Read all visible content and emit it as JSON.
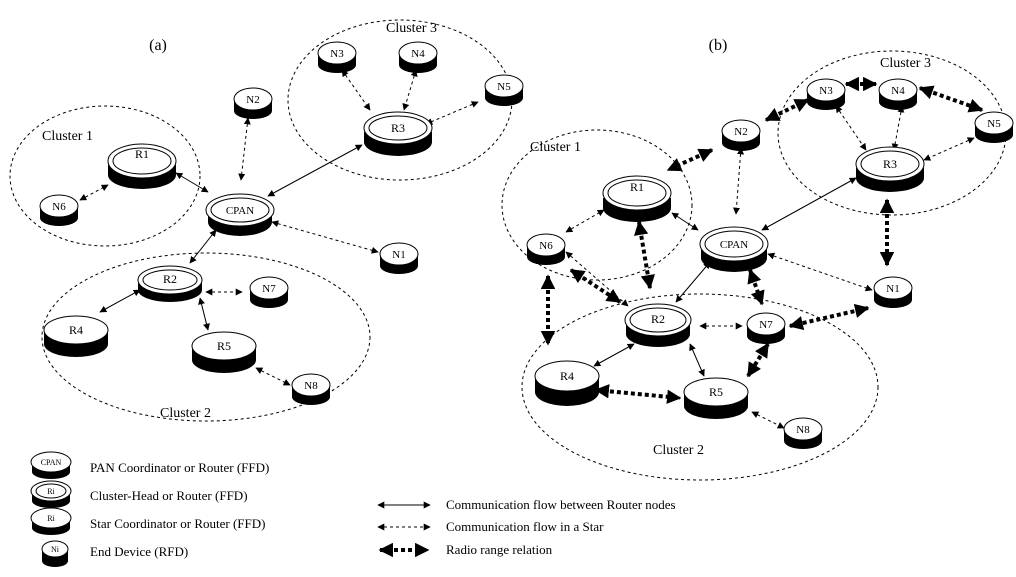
{
  "panels": {
    "a": {
      "label": "(a)"
    },
    "b": {
      "label": "(b)"
    }
  },
  "diagram_a": {
    "clusters": [
      "Cluster 1",
      "Cluster 2",
      "Cluster 3"
    ],
    "nodes": {
      "CPAN": "CPAN",
      "R1": "R1",
      "R2": "R2",
      "R3": "R3",
      "R4": "R4",
      "R5": "R5",
      "N1": "N1",
      "N2": "N2",
      "N3": "N3",
      "N4": "N4",
      "N5": "N5",
      "N6": "N6",
      "N7": "N7",
      "N8": "N8"
    }
  },
  "diagram_b": {
    "clusters": [
      "Cluster 1",
      "Cluster 2",
      "Cluster 3"
    ],
    "nodes": {
      "CPAN": "CPAN",
      "R1": "R1",
      "R2": "R2",
      "R3": "R3",
      "R4": "R4",
      "R5": "R5",
      "N1": "N1",
      "N2": "N2",
      "N3": "N3",
      "N4": "N4",
      "N5": "N5",
      "N6": "N6",
      "N7": "N7",
      "N8": "N8"
    }
  },
  "legend": {
    "node_types": [
      {
        "icon_text": "CPAN",
        "label": "PAN Coordinator or Router (FFD)"
      },
      {
        "icon_text": "Ri",
        "label": "Cluster-Head or Router (FFD)"
      },
      {
        "icon_text": "Ri",
        "label": "Star Coordinator or Router (FFD)"
      },
      {
        "icon_text": "Ni",
        "label": "End Device (RFD)"
      }
    ],
    "link_types": [
      {
        "label": "Communication flow between Router nodes"
      },
      {
        "label": "Communication flow in a Star"
      },
      {
        "label": "Radio range relation"
      }
    ]
  }
}
